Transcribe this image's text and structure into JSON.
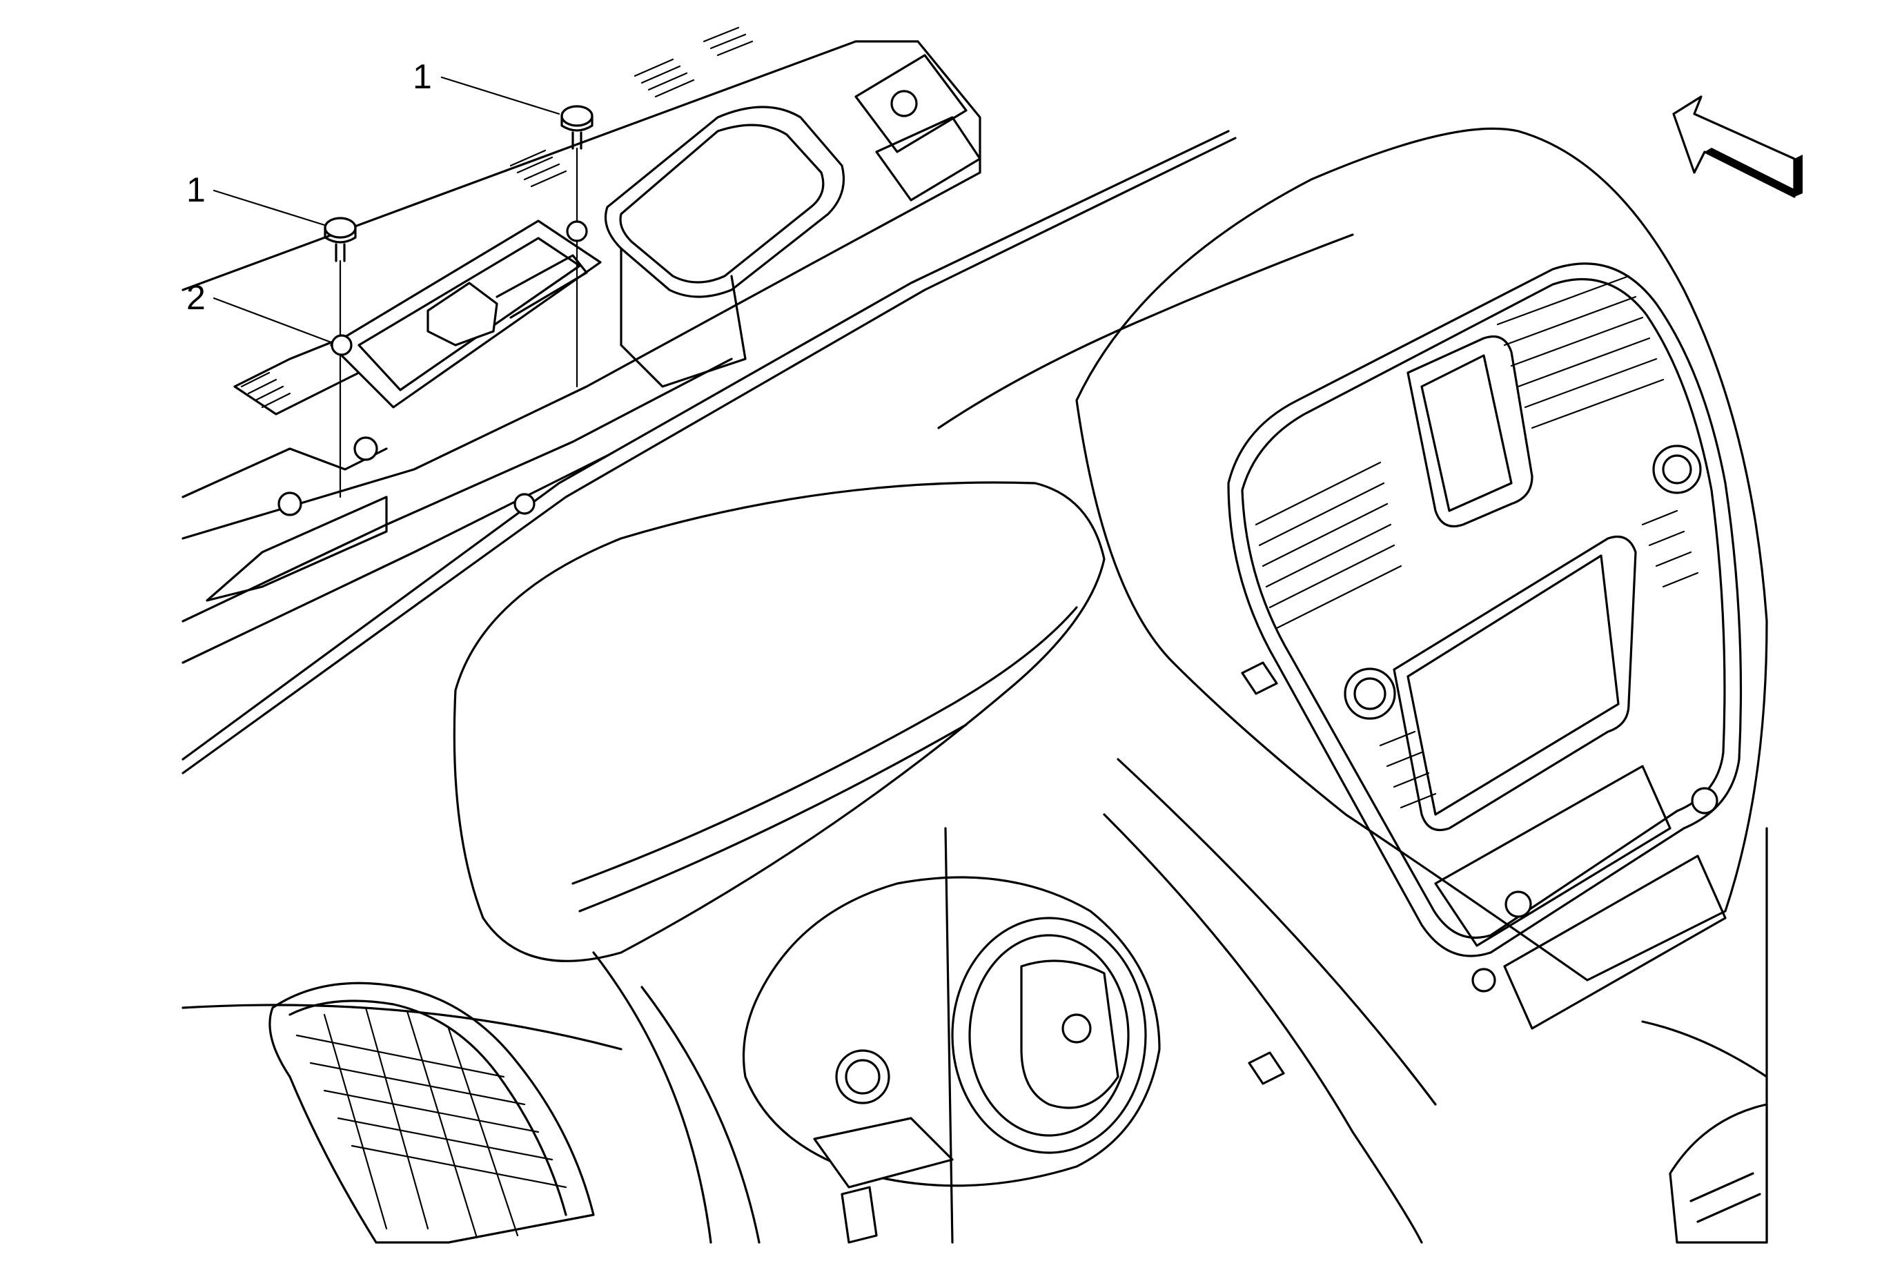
{
  "callouts": [
    {
      "id": "bolt-right",
      "label": "1"
    },
    {
      "id": "bolt-left",
      "label": "1"
    },
    {
      "id": "bracket",
      "label": "2"
    }
  ],
  "icons": {
    "direction_arrow": "forward-arrow-icon"
  },
  "colors": {
    "line": "#000000",
    "background": "#ffffff"
  }
}
